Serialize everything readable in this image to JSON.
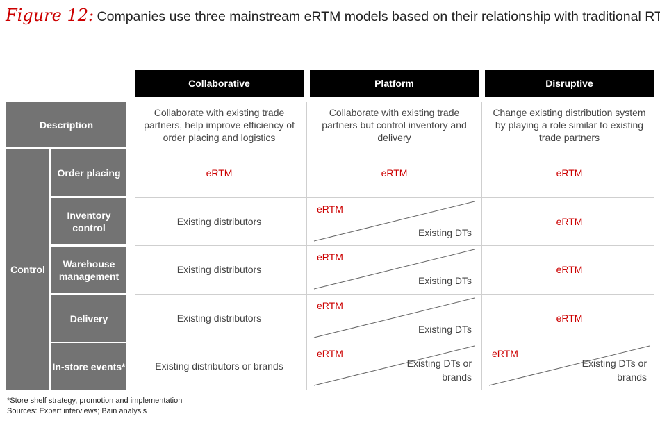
{
  "title": {
    "figure_label": "Figure 12:",
    "text": "Companies use three mainstream eRTM models based on their relationship with traditional RTM"
  },
  "columns": [
    "Collaborative",
    "Platform",
    "Disruptive"
  ],
  "description": {
    "label": "Description",
    "cells": [
      "Collaborate with existing trade partners, help improve efficiency of order placing and logistics",
      "Collaborate with existing trade partners but control inventory and delivery",
      "Change existing distribution system by playing a role similar to existing trade partners"
    ]
  },
  "control": {
    "label": "Control",
    "rows": [
      {
        "label": "Order placing",
        "collaborative": "eRTM",
        "platform": "eRTM",
        "disruptive": "eRTM"
      },
      {
        "label": "Inventory control",
        "collaborative": "Existing distributors",
        "platform_top": "eRTM",
        "platform_bottom": "Existing DTs",
        "disruptive": "eRTM"
      },
      {
        "label": "Warehouse management",
        "collaborative": "Existing distributors",
        "platform_top": "eRTM",
        "platform_bottom": "Existing DTs",
        "disruptive": "eRTM"
      },
      {
        "label": "Delivery",
        "collaborative": "Existing distributors",
        "platform_top": "eRTM",
        "platform_bottom": "Existing DTs",
        "disruptive": "eRTM"
      },
      {
        "label": "In-store events*",
        "collaborative": "Existing distributors or brands",
        "platform_top": "eRTM",
        "platform_bottom": "Existing DTs or brands",
        "disruptive_top": "eRTM",
        "disruptive_bottom": "Existing DTs or brands"
      }
    ]
  },
  "notes": {
    "footnote": "*Store shelf strategy, promotion and implementation",
    "sources": "Sources: Expert interviews; Bain analysis"
  },
  "colors": {
    "accent_red": "#cc0000",
    "header_black": "#000000",
    "label_gray": "#737373",
    "divider": "#cfcfcf"
  }
}
